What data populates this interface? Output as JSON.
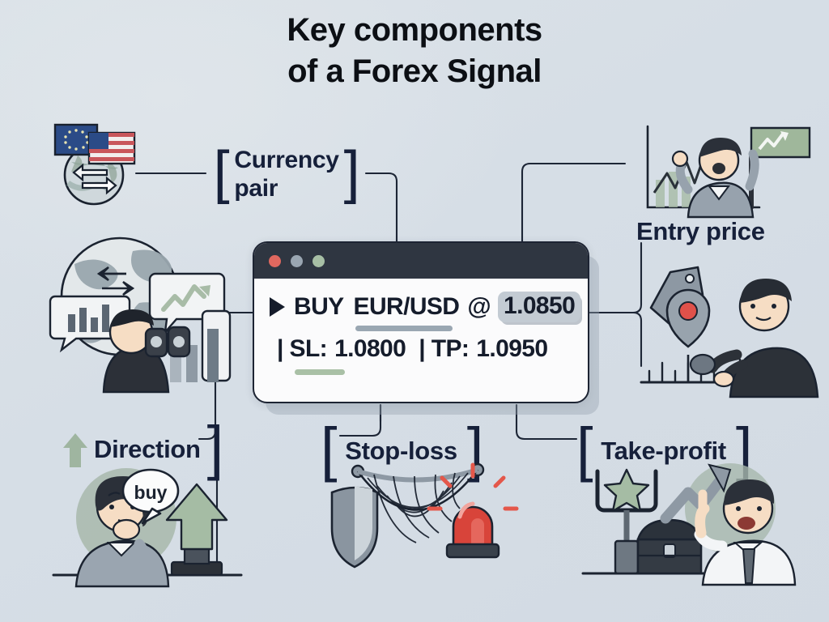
{
  "title": {
    "line1": "Key components",
    "line2": "of a Forex Signal"
  },
  "colors": {
    "background": "#d7dee6",
    "ink": "#16203a",
    "card_bg": "#fbfbfc",
    "titlebar": "#2f3641",
    "dot_red": "#e0685f",
    "dot_gray": "#9aa6b2",
    "dot_green": "#a7bfa5",
    "underline_pair": "#9aa7b2",
    "underline_direction": "#a9c0a6",
    "underline_stoploss": "#d9695c",
    "underline_takeprofit": "#a9c0a6",
    "accent_green": "#a9c0a6",
    "accent_red": "#e4574a",
    "entry_pill": "#c3cbd3"
  },
  "signal_card": {
    "window_dots": [
      "close-dot",
      "minimize-dot",
      "maximize-dot"
    ],
    "direction": "BUY",
    "pair": "EUR/USD",
    "at_symbol": "@",
    "entry_price": "1.0850",
    "stop_loss_label": "| SL:",
    "stop_loss": "1.0800",
    "take_profit_label": "| TP:",
    "take_profit": "1.0950"
  },
  "labels": {
    "currency_pair": {
      "line1": "Currency",
      "line2": "pair",
      "bracket_left": "[",
      "bracket_right": "]"
    },
    "entry_price": {
      "text": "Entry price"
    },
    "direction": {
      "text": "Direction",
      "bracket_right": "]"
    },
    "stop_loss": {
      "text": "Stop-loss",
      "bracket_left": "[",
      "bracket_right": "]"
    },
    "take_profit": {
      "text": "Take-profit",
      "bracket_left": "[",
      "bracket_right": "]"
    }
  },
  "illustrations": {
    "currency_pair": {
      "name": "eu-us-flags-globe-exchange",
      "items": [
        "eu-flag-icon",
        "us-flag-icon",
        "globe-icon",
        "exchange-arrows-icon"
      ]
    },
    "direction_analyst": {
      "name": "analyst-with-binoculars",
      "items": [
        "globe-icon",
        "bar-chart-bubble-icon",
        "trend-up-bubble-icon",
        "binoculars-icon",
        "bar-chart-icon"
      ]
    },
    "entry_celebration": {
      "name": "trader-celebrating-with-flag",
      "items": [
        "rising-chart-icon",
        "flag-icon",
        "person-icon"
      ]
    },
    "entry_marker": {
      "name": "price-tag-and-marker-on-scale",
      "items": [
        "price-tag-icon",
        "map-pin-icon",
        "ruler-scale-icon",
        "person-icon"
      ]
    },
    "direction_thinking": {
      "name": "thinking-woman-buy-bubble",
      "bubble_text": "buy",
      "items": [
        "person-icon",
        "speech-bubble-icon",
        "up-arrow-monument-icon"
      ]
    },
    "stop_loss_safety": {
      "name": "shield-net-alarm",
      "items": [
        "shield-icon",
        "safety-net-icon",
        "alarm-siren-icon"
      ]
    },
    "take_profit_reward": {
      "name": "trophy-goal-treasure-chest",
      "items": [
        "star-goalpost-icon",
        "treasure-chest-icon",
        "trend-up-arrow-icon",
        "person-icon"
      ]
    }
  }
}
